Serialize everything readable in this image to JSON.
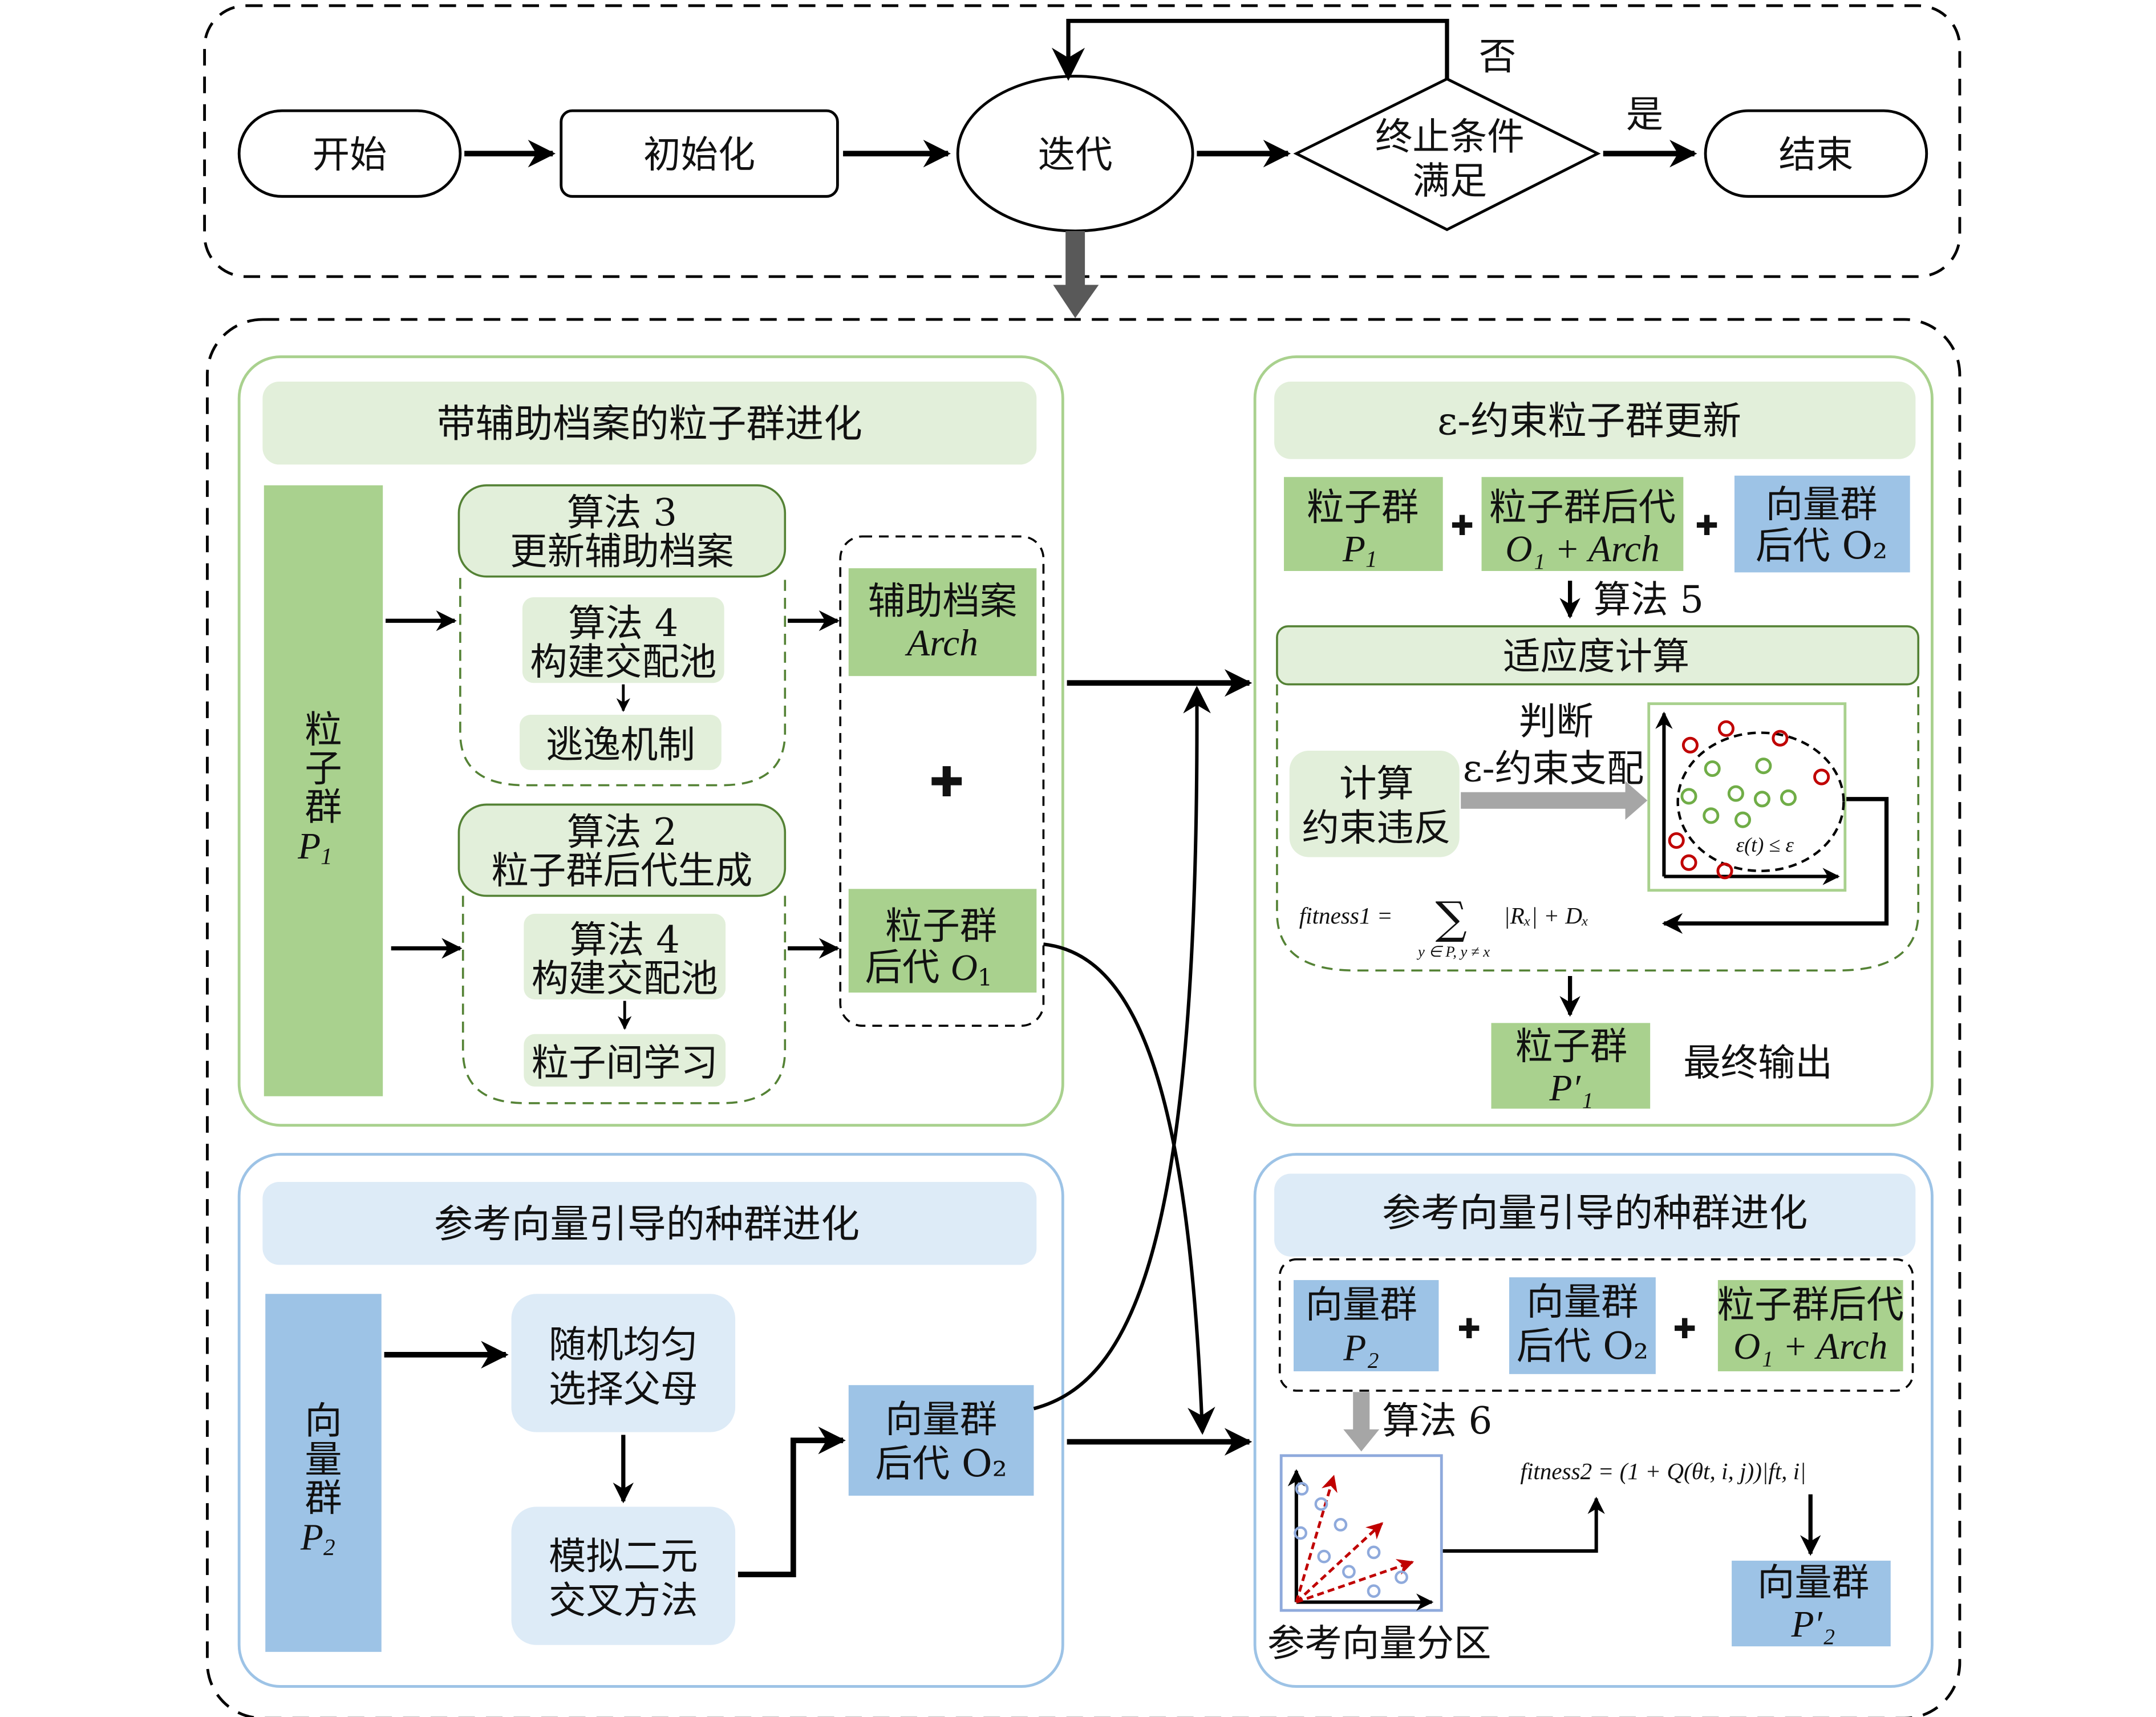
{
  "colors": {
    "green_fill": "#a9d18e",
    "green_light": "#e2efda",
    "green_border": "#a9d18e",
    "green_dark_border": "#548235",
    "blue_fill": "#9dc3e6",
    "blue_light": "#ddebf7",
    "blue_border": "#9dc3e6",
    "gray_arrow": "#595959",
    "red_point": "#c00000",
    "green_point": "#70ad47",
    "blue_point": "#8faadc"
  },
  "top_flow": {
    "start": "开始",
    "init": "初始化",
    "iterate": "迭代",
    "condition_line1": "终止条件",
    "condition_line2": "满足",
    "no_label": "否",
    "yes_label": "是",
    "end": "结束"
  },
  "panel_pso": {
    "title": "带辅助档案的粒子群进化",
    "population": [
      "粒",
      "子",
      "群"
    ],
    "population_symbol": "P",
    "population_sub": "1",
    "algo3_line1": "算法 3",
    "algo3_line2": "更新辅助档案",
    "algo4a_line1": "算法 4",
    "algo4a_line2": "构建交配池",
    "escape": "逃逸机制",
    "algo2_line1": "算法 2",
    "algo2_line2": "粒子群后代生成",
    "algo4b_line1": "算法 4",
    "algo4b_line2": "构建交配池",
    "learning": "粒子间学习",
    "archive_line1": "辅助档案",
    "archive_line2": "Arch",
    "offspring_line1": "粒子群",
    "offspring_line2": "后代",
    "offspring_symbol": "O",
    "offspring_sub": "1"
  },
  "panel_eps": {
    "title": "ε-约束粒子群更新",
    "box1_line1": "粒子群",
    "box1_symbol": "P",
    "box1_sub": "1",
    "box2_line1": "粒子群后代",
    "box2_line2": "O₁ + Arch",
    "box3_line1": "向量群",
    "box3_line2": "后代 O₂",
    "algo5": "算法 5",
    "fitness_title": "适应度计算",
    "compute_line1": "计算",
    "compute_line2": "约束违反",
    "judge_line1": "判断",
    "judge_line2": "ε-约束支配",
    "scatter_label": "ε(t) ≤ ε",
    "fitness1_lhs": "fitness1 =",
    "fitness1_sum": "∑",
    "fitness1_sum_sub": "y ∈ P, y ≠ x",
    "fitness1_rhs": "|Rₓ| + Dₓ",
    "output_line1": "粒子群",
    "output_line2": "P′₁",
    "output_label": "最终输出"
  },
  "panel_ref_left": {
    "title": "参考向量引导的种群进化",
    "population": [
      "向",
      "量",
      "群"
    ],
    "population_symbol": "P",
    "population_sub": "2",
    "select_line1": "随机均匀",
    "select_line2": "选择父母",
    "crossover_line1": "模拟二元",
    "crossover_line2": "交叉方法",
    "offspring_line1": "向量群",
    "offspring_line2": "后代 O₂"
  },
  "panel_ref_right": {
    "title": "参考向量引导的种群进化",
    "box1_line1": "向量群",
    "box1_line2": "P₂",
    "box2_line1": "向量群",
    "box2_line2": "后代 O₂",
    "box3_line1": "粒子群后代",
    "box3_line2": "O₁ + Arch",
    "algo6": "算法 6",
    "partition_label": "参考向量分区",
    "fitness2": "fitness2 = (1 + Q(θt, i, j))|ft, i|",
    "output_line1": "向量群",
    "output_line2": "P′₂"
  },
  "plus_sign": "✚"
}
